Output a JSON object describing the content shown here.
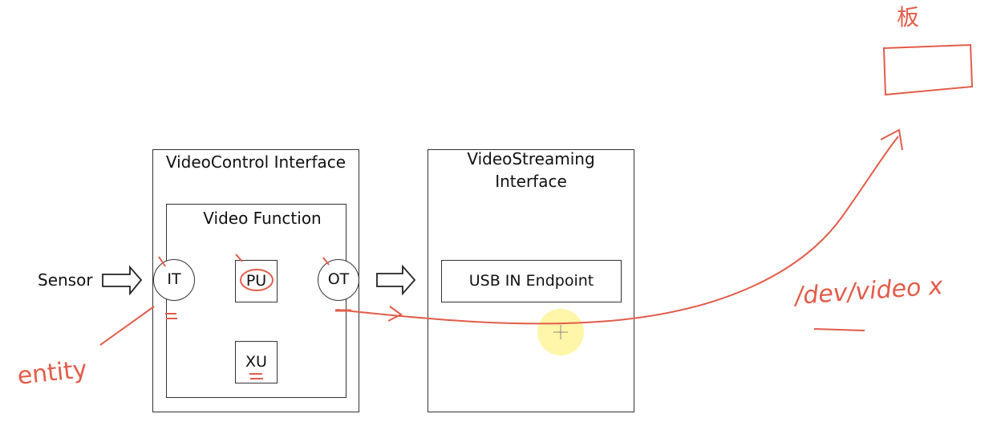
{
  "sensor_label": "Sensor",
  "vc_interface": {
    "title": "VideoControl Interface",
    "function_title": "Video Function",
    "entities": {
      "it": "IT",
      "pu": "PU",
      "ot": "OT",
      "xu": "XU"
    }
  },
  "vs_interface": {
    "title_line1": "VideoStreaming",
    "title_line2": "Interface",
    "endpoint_label": "USB IN Endpoint"
  },
  "annotations": {
    "entity": "entity",
    "dev_video": "/dev/video x",
    "board": "板"
  },
  "colors": {
    "annotation": "#e25c4a",
    "connector_node": "#4a6fa5",
    "cursor_highlight": "#fff59a"
  }
}
